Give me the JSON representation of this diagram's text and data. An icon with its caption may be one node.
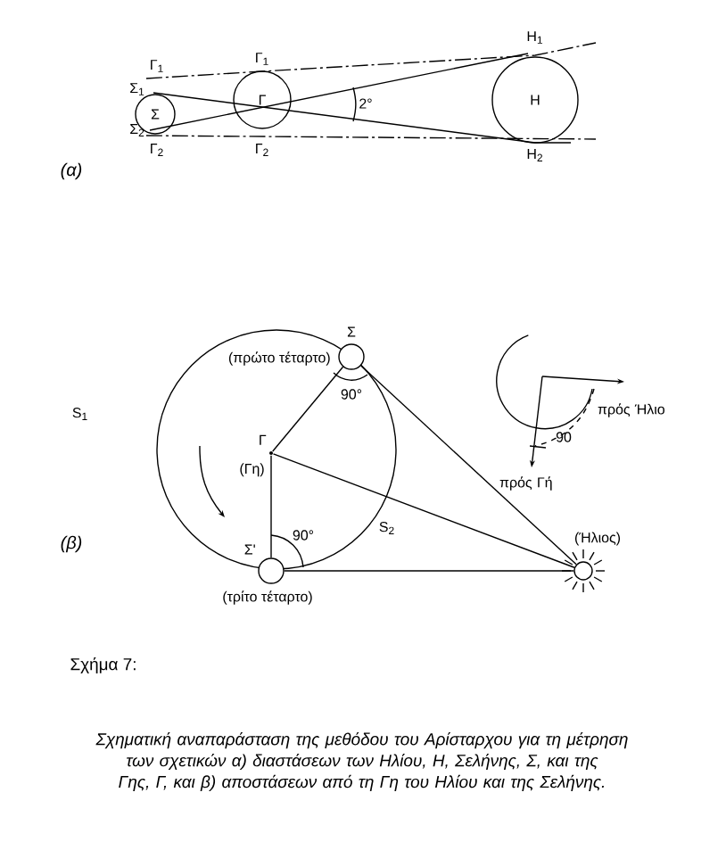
{
  "diagram": {
    "caption": "Σχηματική αναπαράσταση της μεθόδου του Αρίσταρχου για τη μέτρηση των σχετικών α) διαστάσεων των Ηλίου, Η, Σελήνης, Σ, και της Γης, Γ, και β) αποστάσεων από τη Γη του Ηλίου και της Σελήνης.",
    "nodes": [
      {
        "text": [
          "Σ"
        ]
      },
      {
        "text": [
          "Γ"
        ]
      },
      {
        "text": [
          "H"
        ]
      },
      {
        "text": [
          "Σ",
          "(πρώτο τέταρτο)"
        ]
      },
      {
        "text": [
          "Γ",
          "(Γη)"
        ]
      },
      {
        "text": [
          "Σ'",
          "(τρίτο τέταρτο)"
        ]
      },
      {
        "text": [
          "(Ήλιος)"
        ]
      }
    ],
    "edges": [
      {
        "from": 4,
        "to": 3,
        "arrow": "none"
      },
      {
        "from": 4,
        "to": 5,
        "arrow": "none"
      },
      {
        "from": 4,
        "to": 6,
        "arrow": "none"
      },
      {
        "from": 3,
        "to": 6,
        "arrow": "none"
      },
      {
        "from": 5,
        "to": 6,
        "arrow": "none"
      }
    ],
    "labels": [
      "Γ$_{1}$",
      "Σ$_{1}$",
      "Σ$_{2}$",
      "Γ$_{2}$",
      "Γ$_{1}$",
      "Γ$_{2}$",
      "H$_{1}$",
      "2°",
      "H$_{2}$",
      "(α)",
      "S$_{1}$",
      "90°",
      "πρός Ήλιο",
      "90",
      "πρός Γή",
      "(β)",
      "90°",
      "S$_{2}$",
      "Σχήμα 7:"
    ]
  }
}
